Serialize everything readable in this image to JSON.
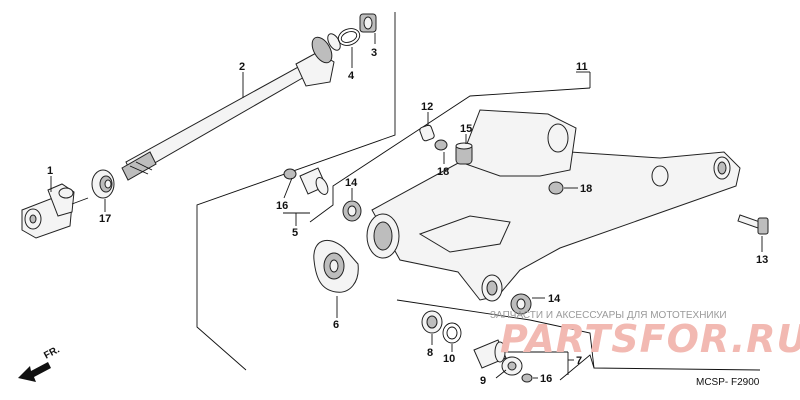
{
  "diagram": {
    "code": "MCSP- F2900",
    "direction_label": "FR.",
    "watermark": {
      "caption": "ЗАПЧАСТИ И АКСЕССУАРЫ ДЛЯ МОТОТЕХНИКИ",
      "logo_text": "PARTSFOR.RU"
    },
    "parts": {
      "p1": "1",
      "p2": "2",
      "p3": "3",
      "p4": "4",
      "p5": "5",
      "p6": "6",
      "p7": "7",
      "p8": "8",
      "p9": "9",
      "p10": "10",
      "p11": "11",
      "p12": "12",
      "p13": "13",
      "p14a": "14",
      "p14b": "14",
      "p15": "15",
      "p16a": "16",
      "p16b": "16",
      "p17": "17",
      "p18a": "18",
      "p18b": "18"
    }
  }
}
